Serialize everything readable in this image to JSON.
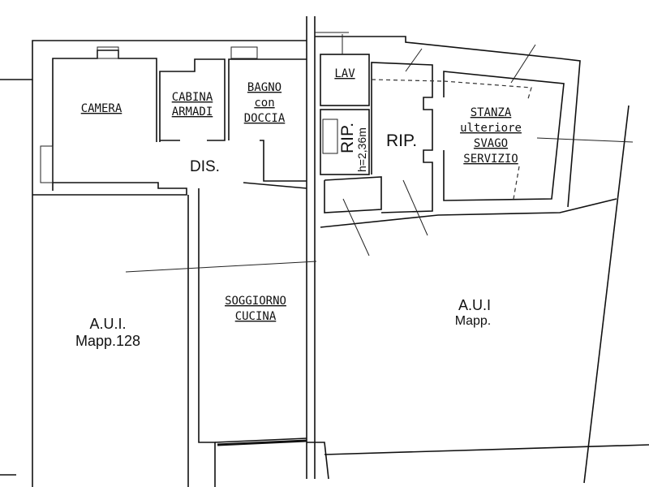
{
  "rooms": {
    "camera": "CAMERA",
    "cabina_line1": "CABINA",
    "cabina_line2": "ARMADI",
    "bagno_line1": "BAGNO",
    "bagno_line2": "con",
    "bagno_line3": "DOCCIA",
    "dis": "DIS.",
    "lav": "LAV",
    "rip_small": "RIP.",
    "rip_small_height": "h=2,36m",
    "rip": "RIP.",
    "stanza_line1": "STANZA",
    "stanza_line2": "ulteriore",
    "stanza_line3": "SVAGO",
    "stanza_line4": "SERVIZIO",
    "soggiorno_line1": "SOGGIORNO",
    "soggiorno_line2": "CUCINA",
    "aui_left_line1": "A.U.I.",
    "aui_left_line2": "Mapp.128",
    "aui_right_line1": "A.U.I",
    "aui_right_line2": "Mapp."
  }
}
